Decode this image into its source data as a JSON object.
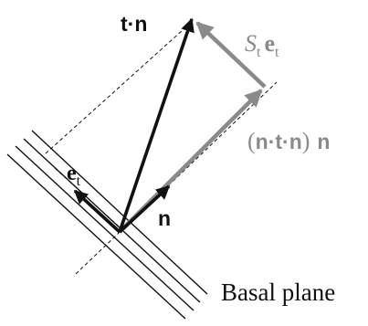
{
  "labels": {
    "traction_vector": "t·n",
    "shear_component_symbol": "S",
    "shear_component_subscript": "t",
    "shear_component_vector": "e",
    "shear_component_vector_subscript": "t",
    "normal_component_open": "(",
    "normal_component_expr": "n·t·n",
    "normal_component_close": ")",
    "normal_component_vector": "n",
    "tangent_unit_vector": "e",
    "tangent_unit_vector_subscript": "t",
    "normal_unit_vector": "n",
    "plane_label": "Basal plane"
  },
  "colors": {
    "primary": "#111111",
    "gray": "#8a8a8a",
    "background": "#ffffff"
  }
}
